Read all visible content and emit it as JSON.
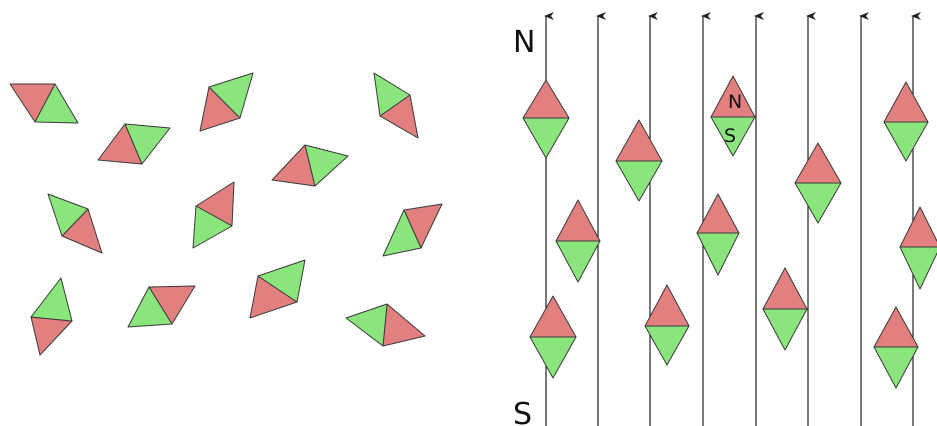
{
  "colors": {
    "north": "#e28080",
    "south": "#8ae67c",
    "edge": "#3a3a3a",
    "field_line": "#222222",
    "label": "#111111"
  },
  "labels": {
    "top_pole": "N",
    "bottom_pole": "S",
    "magnet_north": "N",
    "magnet_south": "S"
  }
}
